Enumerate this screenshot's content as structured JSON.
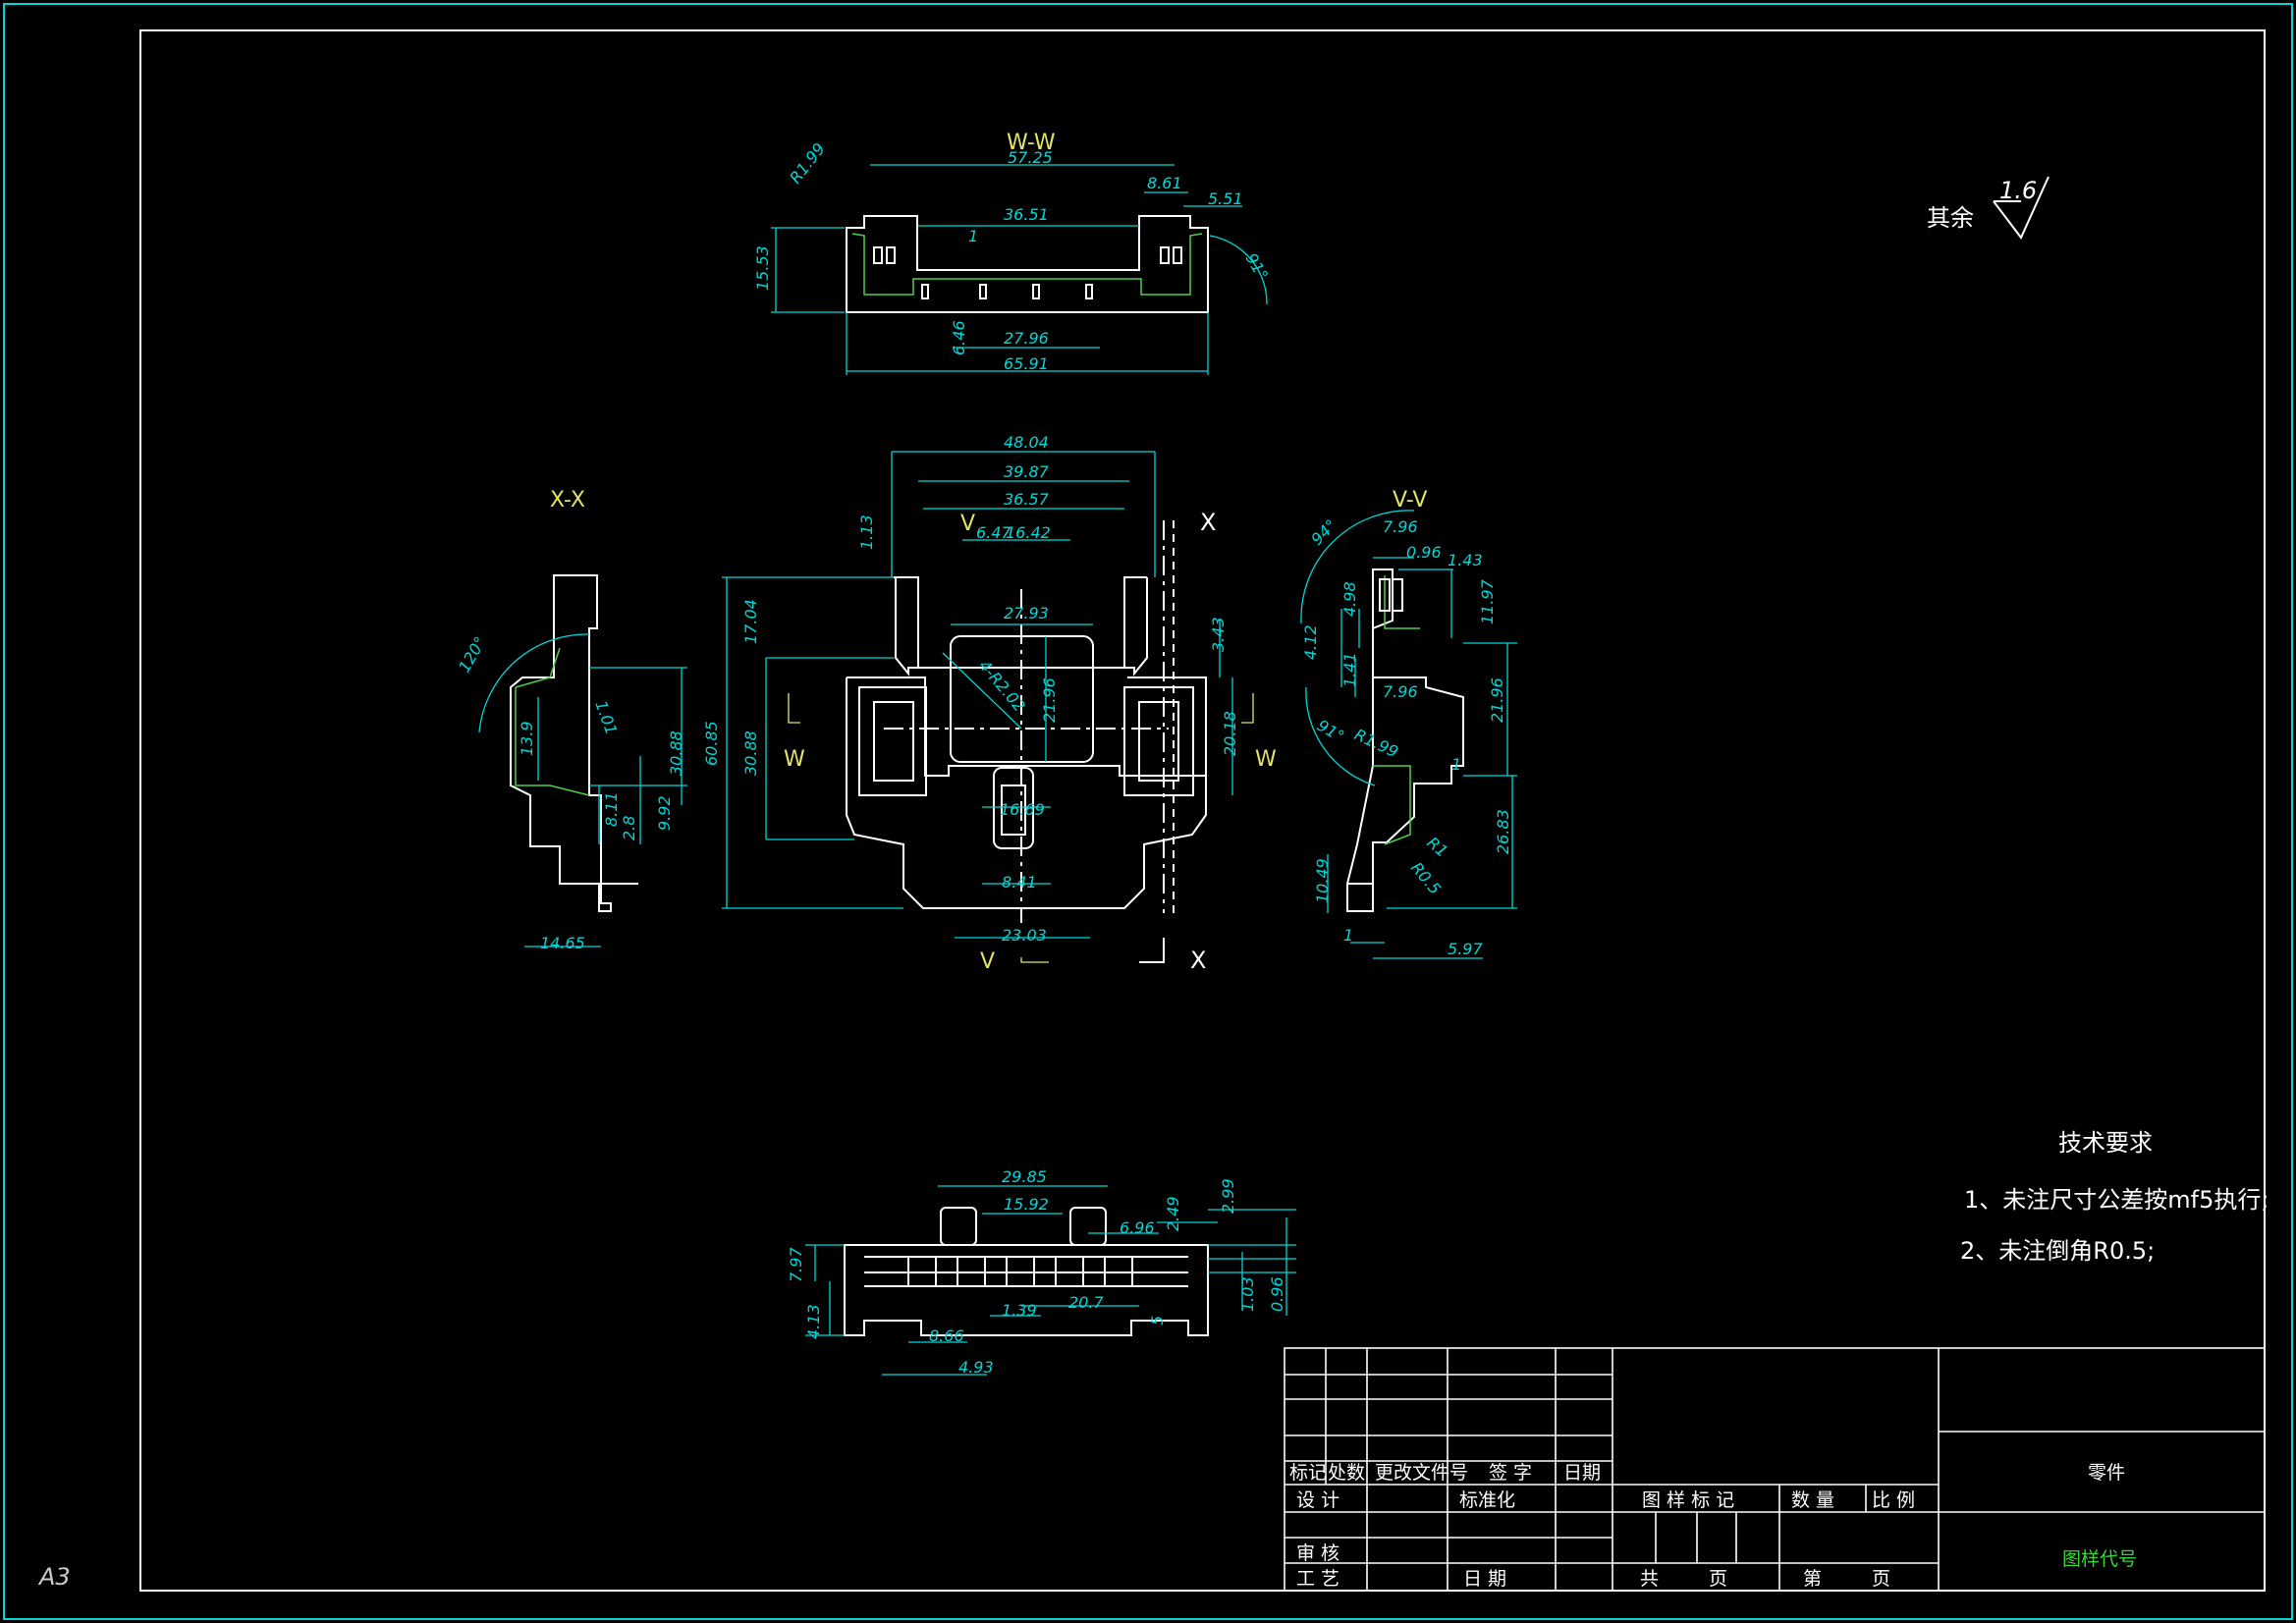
{
  "sheet": {
    "size_label": "A3"
  },
  "roughness": {
    "prefix": "其余",
    "value": "1.6"
  },
  "views": {
    "ww": {
      "title": "W-W",
      "dims": [
        "57.25",
        "8.61",
        "5.51",
        "36.51",
        "1",
        "15.53",
        "R1.99",
        "91°",
        "6.46",
        "27.96",
        "65.91"
      ]
    },
    "xx": {
      "title": "X-X",
      "dims": [
        "120°",
        "1.01",
        "13.9",
        "30.88",
        "8.11",
        "2.8",
        "9.92",
        "14.65"
      ]
    },
    "front": {
      "dims": [
        "48.04",
        "39.87",
        "36.57",
        "6.47",
        "16.42",
        "1.13",
        "17.04",
        "60.85",
        "30.88",
        "27.93",
        "4-R2.02",
        "21.96",
        "3.43",
        "20.18",
        "16.69",
        "8.41",
        "23.03"
      ],
      "markers": [
        "V",
        "X",
        "W",
        "W",
        "V",
        "X"
      ]
    },
    "vv": {
      "title": "V-V",
      "dims": [
        "7.96",
        "0.96",
        "1.43",
        "94°",
        "4.98",
        "4.12",
        "11.97",
        "1.41",
        "7.96",
        "91°",
        "R1.99",
        "21.96",
        "1",
        "26.83",
        "R1",
        "R0.5",
        "10.49",
        "1",
        "5.97"
      ]
    },
    "bottom": {
      "dims": [
        "29.85",
        "15.92",
        "6.96",
        "2.49",
        "2.99",
        "7.97",
        "1.39",
        "20.7",
        "1.03",
        "0.96",
        "4.13",
        "8.66",
        "4.93",
        "5"
      ]
    }
  },
  "tech_req": {
    "title": "技术要求",
    "items": [
      "1、未注尺寸公差按mf5执行;",
      "2、未注倒角R0.5;"
    ]
  },
  "title_block": {
    "row_labels": [
      "标记",
      "处数",
      "更改文件号",
      "签 字",
      "日期"
    ],
    "design": "设 计",
    "standardize": "标准化",
    "review": "审 核",
    "process": "工 艺",
    "date": "日 期",
    "drawing_mark": "图 样 标 记",
    "quantity": "数 量",
    "scale": "比 例",
    "total": "共",
    "sheet_word": "页",
    "nth": "第",
    "sheet_word2": "页",
    "part_name": "零件",
    "drawing_code": "图样代号"
  }
}
